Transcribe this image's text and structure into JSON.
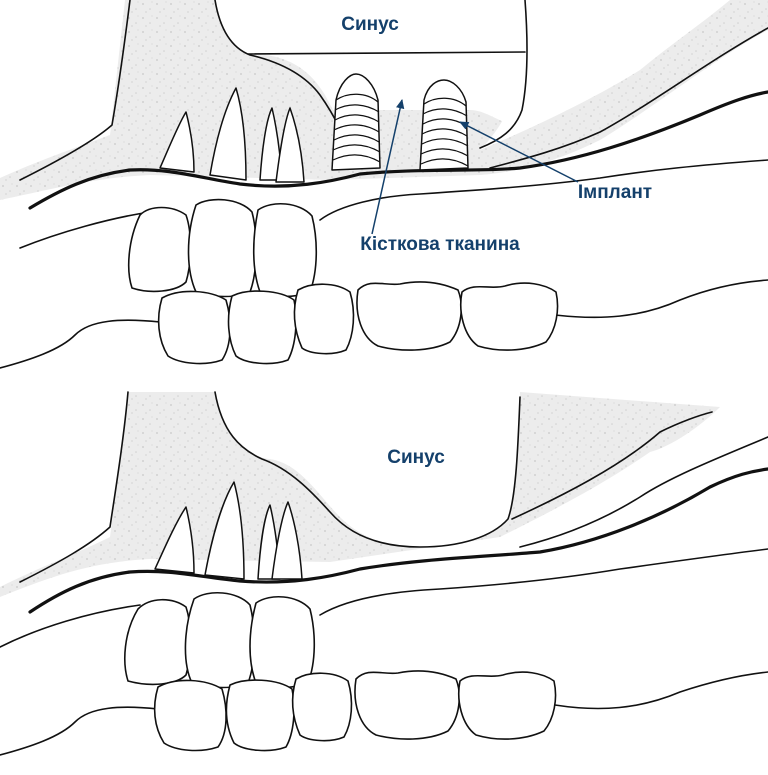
{
  "colors": {
    "label": "#14406b",
    "bone": "#e6e6e6",
    "outline": "#111111"
  },
  "top_panel": {
    "sinus_label": "Синус",
    "bone_label": "Кісткова тканина",
    "implant_label": "Імплант"
  },
  "bottom_panel": {
    "sinus_label": "Синус"
  }
}
